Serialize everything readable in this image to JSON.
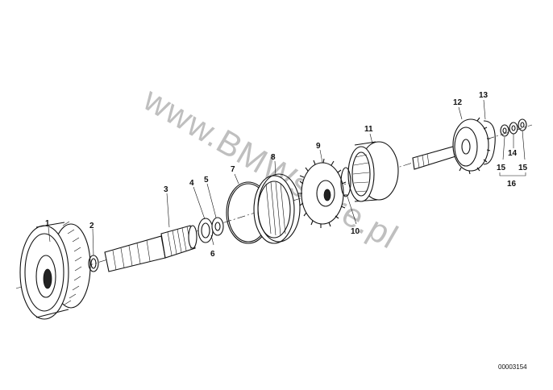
{
  "diagram": {
    "watermark": "www.BMWstore.pl",
    "catalog_code": "00003154",
    "callouts": [
      "1",
      "2",
      "3",
      "4",
      "5",
      "6",
      "7",
      "8",
      "9",
      "10",
      "11",
      "12",
      "13",
      "14",
      "15",
      "15",
      "16"
    ]
  }
}
